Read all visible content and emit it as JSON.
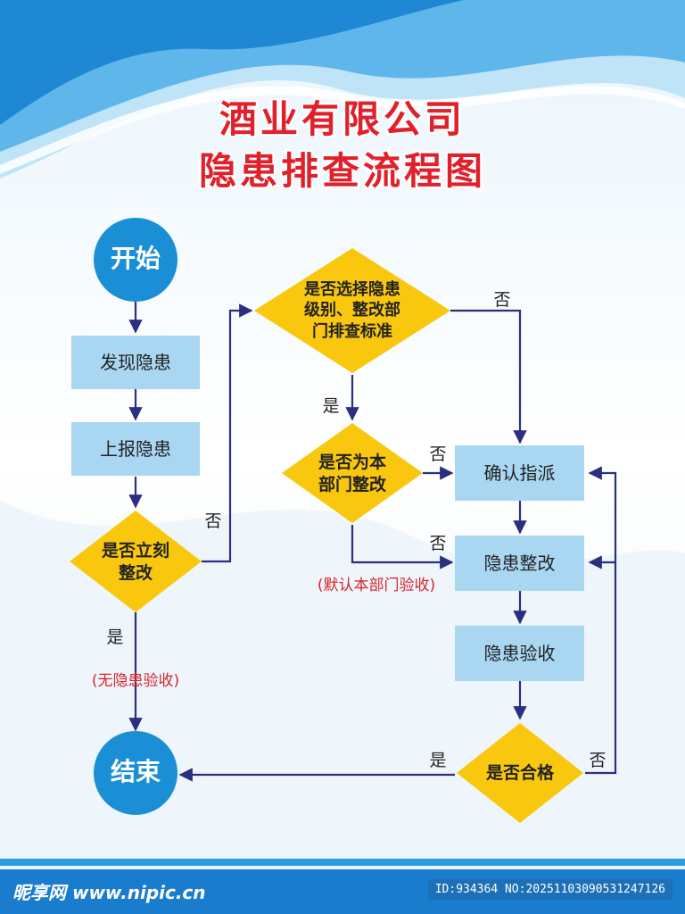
{
  "title": {
    "line1": "酒业有限公司",
    "line2": "隐患排查流程图"
  },
  "nodes": {
    "start": "开始",
    "discover": "发现隐患",
    "report": "上报隐患",
    "immediate": "是否立刻\n整改",
    "select_level": "是否选择隐患\n级别、整改部\n门排查标准",
    "own_dept": "是否为本\n部门整改",
    "confirm": "确认指派",
    "rectify": "隐患整改",
    "accept": "隐患验收",
    "qualified": "是否合格",
    "end": "结束"
  },
  "edge_labels": {
    "immediate_yes": "是",
    "immediate_no": "否",
    "select_yes": "是",
    "select_no": "否",
    "own_no_top": "否",
    "own_no_bottom": "否",
    "qualified_yes": "是",
    "qualified_no": "否"
  },
  "notes": {
    "no_hazard": "(无隐患验收)",
    "default_dept": "(默认本部门验收)"
  },
  "footer": {
    "site": "昵享网 www.nipic.cn",
    "id_text": "ID:934364 NO:20251103090531247126"
  },
  "colors": {
    "circle": "#1b8fd6",
    "rect": "#a9d7f2",
    "diamond": "#f9c80e",
    "arrow": "#2b2f7f",
    "title": "#e0202a",
    "note": "#d8242b",
    "wave": "#2b9ae0"
  }
}
